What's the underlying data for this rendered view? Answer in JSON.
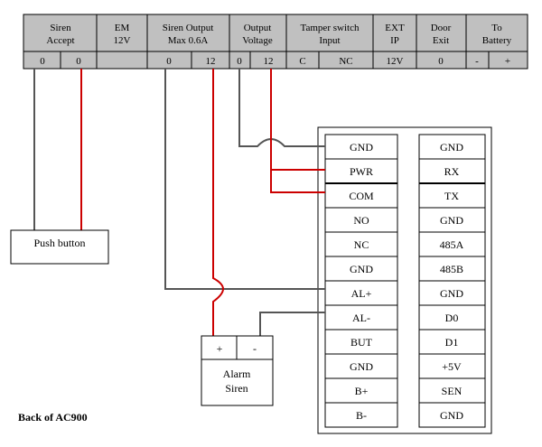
{
  "header_groups": [
    {
      "lines": [
        "Siren",
        "Accept"
      ],
      "pins": [
        "0",
        "0"
      ]
    },
    {
      "lines": [
        "EM",
        "12V"
      ],
      "pins": []
    },
    {
      "lines": [
        "Siren Output",
        "Max 0.6A"
      ],
      "pins": [
        "0",
        "12"
      ]
    },
    {
      "lines": [
        "Output",
        "Voltage"
      ],
      "pins": [
        "0",
        "12"
      ]
    },
    {
      "lines": [
        "Tamper switch",
        "Input"
      ],
      "pins": [
        "C",
        "NC"
      ]
    },
    {
      "lines": [
        "EXT",
        "IP"
      ],
      "pins": [
        "12V"
      ]
    },
    {
      "lines": [
        "Door",
        "Exit"
      ],
      "pins": [
        "0"
      ]
    },
    {
      "lines": [
        "To",
        "Battery"
      ],
      "pins": [
        "-",
        "+"
      ]
    }
  ],
  "push_button": {
    "label": "Push button"
  },
  "alarm_siren": {
    "plus": "+",
    "minus": "-",
    "line1": "Alarm",
    "line2": "Siren"
  },
  "left_column": [
    "GND",
    "PWR",
    "COM",
    "NO",
    "NC",
    "GND",
    "AL+",
    "AL-",
    "BUT",
    "GND",
    "B+",
    "B-"
  ],
  "right_column": [
    "GND",
    "RX",
    "TX",
    "GND",
    "485A",
    "485B",
    "GND",
    "D0",
    "D1",
    "+5V",
    "SEN",
    "GND"
  ],
  "caption": "Back of AC900",
  "colors": {
    "wire_red": "#cc0000",
    "wire_gray": "#555555",
    "header_fill": "#c0c0c0"
  }
}
